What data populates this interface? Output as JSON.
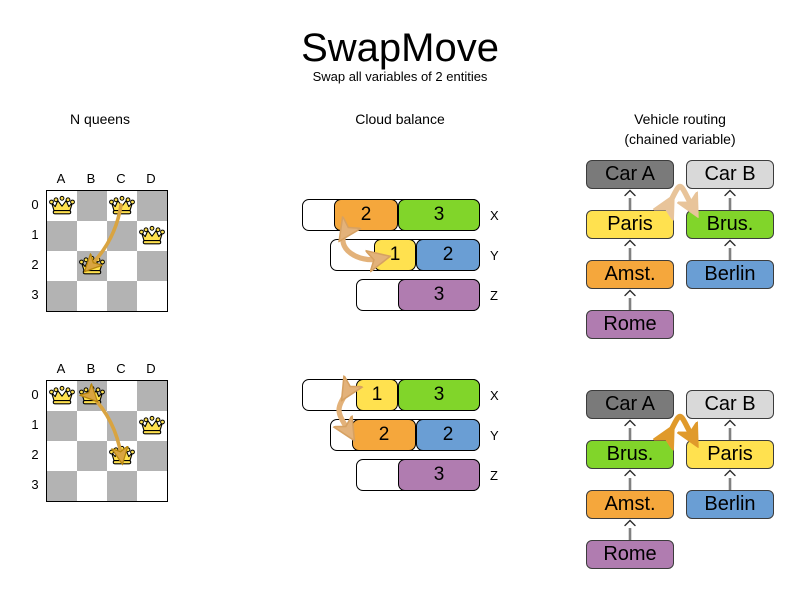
{
  "header": {
    "title": "SwapMove",
    "subtitle": "Swap all variables of 2 entities"
  },
  "columns": {
    "nqueens": {
      "title": "N queens"
    },
    "cloudbalance": {
      "title": "Cloud balance"
    },
    "vehiclerouting": {
      "title_line1": "Vehicle routing",
      "title_line2": "(chained variable)"
    }
  },
  "colors": {
    "orange": "#f5a73c",
    "green": "#81d52a",
    "yellow": "#ffe14f",
    "blue": "#6a9ed4",
    "purple": "#b07cb0",
    "gray_dark": "#7a7a7a",
    "gray_light": "#d9d9d9",
    "board_dark": "#b3b3b3",
    "board_light": "#ffffff",
    "arrow_light": "#e8c49a",
    "arrow_dark": "#e09a2b"
  },
  "nqueens": {
    "files": [
      "A",
      "B",
      "C",
      "D"
    ],
    "ranks": [
      "0",
      "1",
      "2",
      "3"
    ],
    "before": {
      "queens": [
        {
          "file": "A",
          "rank": "0"
        },
        {
          "file": "C",
          "rank": "0"
        },
        {
          "file": "D",
          "rank": "1"
        },
        {
          "file": "B",
          "rank": "2"
        }
      ],
      "swap": {
        "from": {
          "file": "C",
          "rank": "0"
        },
        "to": {
          "file": "B",
          "rank": "2"
        }
      }
    },
    "after": {
      "queens": [
        {
          "file": "A",
          "rank": "0"
        },
        {
          "file": "B",
          "rank": "0"
        },
        {
          "file": "D",
          "rank": "1"
        },
        {
          "file": "C",
          "rank": "2"
        }
      ],
      "swap": {
        "from": {
          "file": "B",
          "rank": "0"
        },
        "to": {
          "file": "C",
          "rank": "2"
        }
      }
    }
  },
  "cloudbalance": {
    "before": {
      "rows": [
        {
          "label": "X",
          "processes": [
            {
              "value": "2",
              "color": "#f5a73c"
            },
            {
              "value": "3",
              "color": "#81d52a"
            }
          ]
        },
        {
          "label": "Y",
          "processes": [
            {
              "value": "1",
              "color": "#ffe14f"
            },
            {
              "value": "2",
              "color": "#6a9ed4"
            }
          ]
        },
        {
          "label": "Z",
          "processes": [
            {
              "value": "3",
              "color": "#b07cb0"
            }
          ]
        }
      ]
    },
    "after": {
      "rows": [
        {
          "label": "X",
          "processes": [
            {
              "value": "1",
              "color": "#ffe14f"
            },
            {
              "value": "3",
              "color": "#81d52a"
            }
          ]
        },
        {
          "label": "Y",
          "processes": [
            {
              "value": "2",
              "color": "#f5a73c"
            },
            {
              "value": "2",
              "color": "#6a9ed4"
            }
          ]
        },
        {
          "label": "Z",
          "processes": [
            {
              "value": "3",
              "color": "#b07cb0"
            }
          ]
        }
      ]
    }
  },
  "vehiclerouting": {
    "before": {
      "vehicle_a": {
        "label": "Car A",
        "color": "#7a7a7a",
        "chain": [
          {
            "label": "Paris",
            "color": "#ffe14f"
          },
          {
            "label": "Amst.",
            "color": "#f5a73c"
          },
          {
            "label": "Rome",
            "color": "#b07cb0"
          }
        ]
      },
      "vehicle_b": {
        "label": "Car B",
        "color": "#d9d9d9",
        "chain": [
          {
            "label": "Brus.",
            "color": "#81d52a"
          },
          {
            "label": "Berlin",
            "color": "#6a9ed4"
          }
        ]
      },
      "swap": {
        "left": "Paris",
        "right": "Brus."
      }
    },
    "after": {
      "vehicle_a": {
        "label": "Car A",
        "color": "#7a7a7a",
        "chain": [
          {
            "label": "Brus.",
            "color": "#81d52a"
          },
          {
            "label": "Amst.",
            "color": "#f5a73c"
          },
          {
            "label": "Rome",
            "color": "#b07cb0"
          }
        ]
      },
      "vehicle_b": {
        "label": "Car B",
        "color": "#d9d9d9",
        "chain": [
          {
            "label": "Paris",
            "color": "#ffe14f"
          },
          {
            "label": "Berlin",
            "color": "#6a9ed4"
          }
        ]
      },
      "swap": {
        "left": "Brus.",
        "right": "Paris"
      }
    }
  }
}
